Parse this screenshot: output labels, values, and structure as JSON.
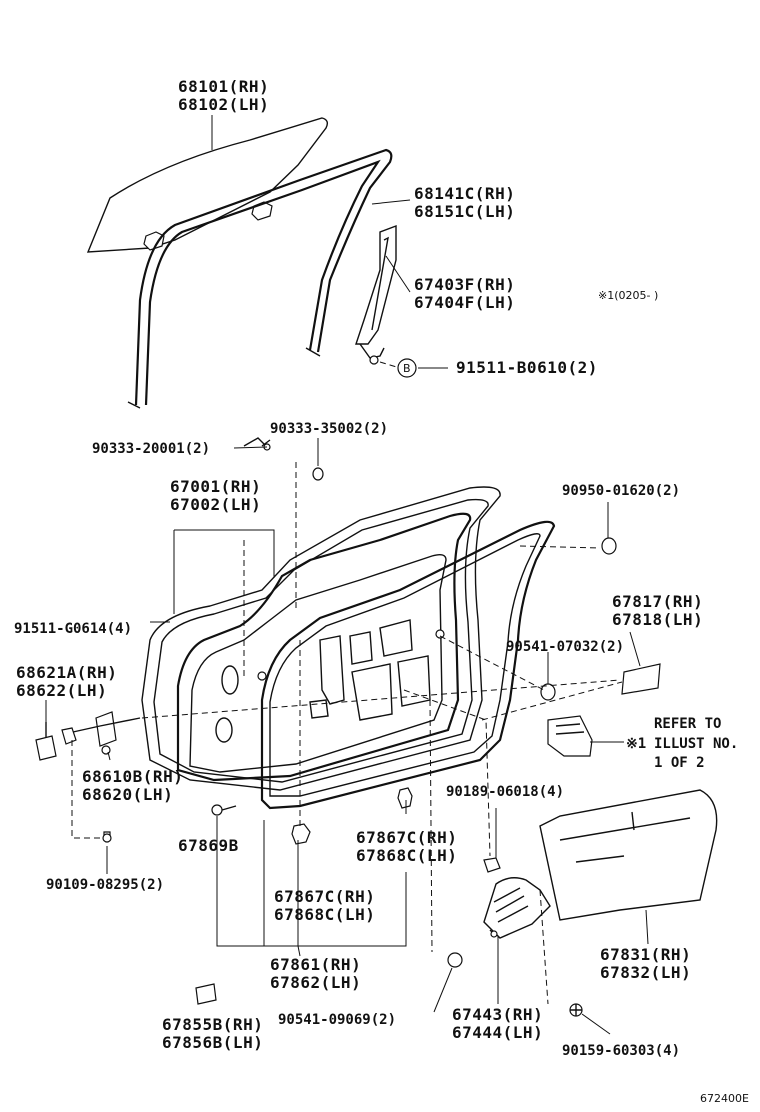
{
  "labels": {
    "p68101": "68101(RH)",
    "p68102": "68102(LH)",
    "p68141c": "68141C(RH)",
    "p68151c": "68151C(LH)",
    "p67403f": "67403F(RH)",
    "p67404f": "67404F(LH)",
    "note_x1": "※1(0205-     )",
    "callout_b": "B",
    "p91511b": "91511-B0610(2)",
    "p90333_20001": "90333-20001(2)",
    "p90333_35002": "90333-35002(2)",
    "p67001": "67001(RH)",
    "p67002": "67002(LH)",
    "p90950": "90950-01620(2)",
    "p91511g": "91511-G0614(4)",
    "p67817": "67817(RH)",
    "p67818": "67818(LH)",
    "p90541_07032": "90541-07032(2)",
    "p68621a": "68621A(RH)",
    "p68622": "68622(LH)",
    "refer_1": "REFER TO",
    "refer_x1": "※1",
    "refer_2": "ILLUST NO.",
    "refer_3": "1 OF 2",
    "p68610b": "68610B(RH)",
    "p68620": "68620(LH)",
    "p90189": "90189-06018(4)",
    "p67869b": "67869B",
    "p67867c_a": "67867C(RH)",
    "p67868c_a": "67868C(LH)",
    "p90109": "90109-08295(2)",
    "p67867c_b": "67867C(RH)",
    "p67868c_b": "67868C(LH)",
    "p67831": "67831(RH)",
    "p67832": "67832(LH)",
    "p67861": "67861(RH)",
    "p67862": "67862(LH)",
    "p67855b": "67855B(RH)",
    "p67856b": "67856B(LH)",
    "p90541_09069": "90541-09069(2)",
    "p67443": "67443(RH)",
    "p67444": "67444(LH)",
    "p90159": "90159-60303(4)",
    "illust_no": "672400E"
  }
}
